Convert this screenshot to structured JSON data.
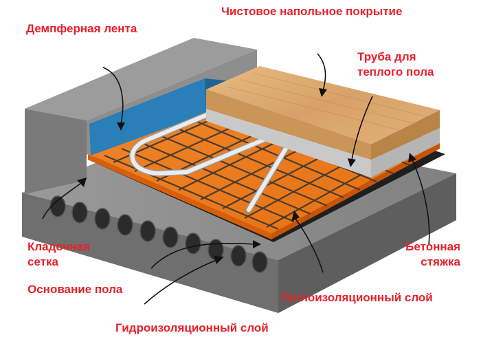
{
  "labels": {
    "finish_floor": "Чистовое напольное покрытие",
    "damper_tape": "Демпферная лента",
    "pipe": [
      "Труба для",
      "теплого пола"
    ],
    "mesh": [
      "Кладочная",
      "сетка"
    ],
    "screed": [
      "Бетонная",
      "стяжка"
    ],
    "base": "Основание пола",
    "insulation": "Теплоизоляционный слой",
    "waterproofing": "Гидроизоляционный слой"
  },
  "colors": {
    "label_text": "#e8202a",
    "concrete": "#8a8a8a",
    "insulation": "#e8801e",
    "damper_tape": "#2a7fb8",
    "wood": "#d9a66a",
    "screed": "#bdbdbd",
    "pipe": "#e6e6e6",
    "rebar": "#5a4a3a"
  }
}
